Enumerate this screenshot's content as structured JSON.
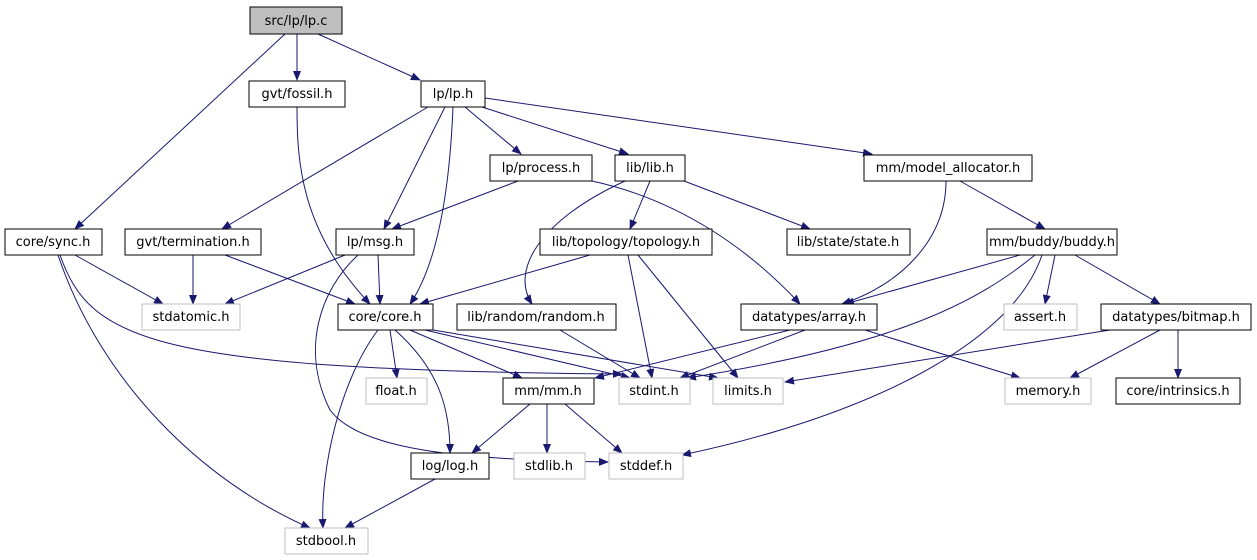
{
  "graph": {
    "edge_color": "#191970",
    "root_fill": "#bfbfbf",
    "external_border": "#bfbfbf",
    "nodes": {
      "lpc": {
        "label": "src/lp/lp.c",
        "kind": "root"
      },
      "fossil": {
        "label": "gvt/fossil.h",
        "kind": "file"
      },
      "lph": {
        "label": "lp/lp.h",
        "kind": "file"
      },
      "sync": {
        "label": "core/sync.h",
        "kind": "file"
      },
      "term": {
        "label": "gvt/termination.h",
        "kind": "file"
      },
      "process": {
        "label": "lp/process.h",
        "kind": "file"
      },
      "lib": {
        "label": "lib/lib.h",
        "kind": "file"
      },
      "allocator": {
        "label": "mm/model_allocator.h",
        "kind": "file"
      },
      "msg": {
        "label": "lp/msg.h",
        "kind": "file"
      },
      "topology": {
        "label": "lib/topology/topology.h",
        "kind": "file"
      },
      "state": {
        "label": "lib/state/state.h",
        "kind": "file"
      },
      "buddy": {
        "label": "mm/buddy/buddy.h",
        "kind": "file"
      },
      "stdatomic": {
        "label": "stdatomic.h",
        "kind": "external"
      },
      "core": {
        "label": "core/core.h",
        "kind": "file"
      },
      "random": {
        "label": "lib/random/random.h",
        "kind": "file"
      },
      "array": {
        "label": "datatypes/array.h",
        "kind": "file"
      },
      "assert": {
        "label": "assert.h",
        "kind": "external"
      },
      "bitmap": {
        "label": "datatypes/bitmap.h",
        "kind": "file"
      },
      "float": {
        "label": "float.h",
        "kind": "external"
      },
      "mm": {
        "label": "mm/mm.h",
        "kind": "file"
      },
      "stdint": {
        "label": "stdint.h",
        "kind": "external"
      },
      "limits": {
        "label": "limits.h",
        "kind": "external"
      },
      "memory": {
        "label": "memory.h",
        "kind": "external"
      },
      "intrinsics": {
        "label": "core/intrinsics.h",
        "kind": "file"
      },
      "log": {
        "label": "log/log.h",
        "kind": "file"
      },
      "stdlib": {
        "label": "stdlib.h",
        "kind": "external"
      },
      "stddef": {
        "label": "stddef.h",
        "kind": "external"
      },
      "stdbool": {
        "label": "stdbool.h",
        "kind": "external"
      }
    },
    "edges": [
      [
        "lpc",
        "fossil"
      ],
      [
        "lpc",
        "lph"
      ],
      [
        "lpc",
        "sync"
      ],
      [
        "fossil",
        "core"
      ],
      [
        "lph",
        "term"
      ],
      [
        "lph",
        "process"
      ],
      [
        "lph",
        "lib"
      ],
      [
        "lph",
        "allocator"
      ],
      [
        "lph",
        "msg"
      ],
      [
        "lph",
        "core"
      ],
      [
        "sync",
        "stdatomic"
      ],
      [
        "sync",
        "stdint"
      ],
      [
        "sync",
        "stdbool"
      ],
      [
        "term",
        "stdatomic"
      ],
      [
        "term",
        "core"
      ],
      [
        "process",
        "msg"
      ],
      [
        "process",
        "array"
      ],
      [
        "lib",
        "topology"
      ],
      [
        "lib",
        "state"
      ],
      [
        "lib",
        "random"
      ],
      [
        "allocator",
        "array"
      ],
      [
        "allocator",
        "buddy"
      ],
      [
        "msg",
        "stdatomic"
      ],
      [
        "msg",
        "core"
      ],
      [
        "msg",
        "stddef"
      ],
      [
        "topology",
        "core"
      ],
      [
        "topology",
        "stdint"
      ],
      [
        "topology",
        "limits"
      ],
      [
        "buddy",
        "array"
      ],
      [
        "buddy",
        "assert"
      ],
      [
        "buddy",
        "bitmap"
      ],
      [
        "buddy",
        "stdint"
      ],
      [
        "buddy",
        "stddef"
      ],
      [
        "core",
        "float"
      ],
      [
        "core",
        "mm"
      ],
      [
        "core",
        "stdint"
      ],
      [
        "core",
        "limits"
      ],
      [
        "core",
        "log"
      ],
      [
        "core",
        "stdbool"
      ],
      [
        "random",
        "stdint"
      ],
      [
        "array",
        "mm"
      ],
      [
        "array",
        "stdint"
      ],
      [
        "array",
        "memory"
      ],
      [
        "bitmap",
        "limits"
      ],
      [
        "bitmap",
        "memory"
      ],
      [
        "bitmap",
        "intrinsics"
      ],
      [
        "mm",
        "log"
      ],
      [
        "mm",
        "stdlib"
      ],
      [
        "mm",
        "stddef"
      ],
      [
        "log",
        "stdbool"
      ]
    ]
  }
}
